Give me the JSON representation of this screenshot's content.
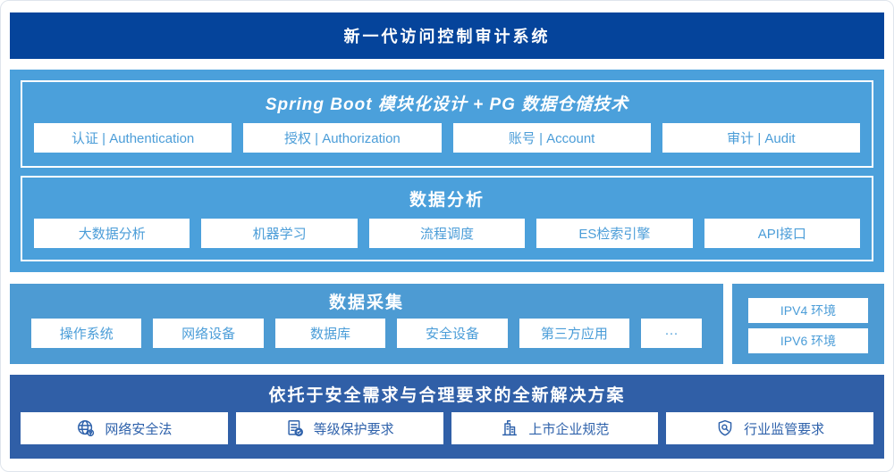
{
  "banner": {
    "title": "新一代访问控制审计系统"
  },
  "platform": {
    "groups": [
      {
        "title": "Spring Boot 模块化设计 + PG 数据仓储技术",
        "items": [
          "认证 | Authentication",
          "授权 | Authorization",
          "账号 | Account",
          "审计 | Audit"
        ]
      },
      {
        "title": "数据分析",
        "items": [
          "大数据分析",
          "机器学习",
          "流程调度",
          "ES检索引擎",
          "API接口"
        ]
      }
    ]
  },
  "collection": {
    "title": "数据采集",
    "items": [
      "操作系统",
      "网络设备",
      "数据库",
      "安全设备",
      "第三方应用",
      "···"
    ],
    "environments": [
      "IPV4 环境",
      "IPV6 环境"
    ]
  },
  "solution": {
    "title": "依托于安全需求与合理要求的全新解决方案",
    "items": [
      {
        "icon": "globe-pin-icon",
        "label": "网络安全法"
      },
      {
        "icon": "document-check-icon",
        "label": "等级保护要求"
      },
      {
        "icon": "building-icon",
        "label": "上市企业规范"
      },
      {
        "icon": "shield-search-icon",
        "label": "行业监管要求"
      }
    ]
  },
  "colors": {
    "banner_bg": "#05449b",
    "platform_bg": "#4ba0db",
    "collection_bg": "#4d9bd3",
    "solution_bg": "#305fa7",
    "box_text": "#4b9dd8",
    "solution_text": "#2f62ab",
    "white": "#ffffff"
  }
}
